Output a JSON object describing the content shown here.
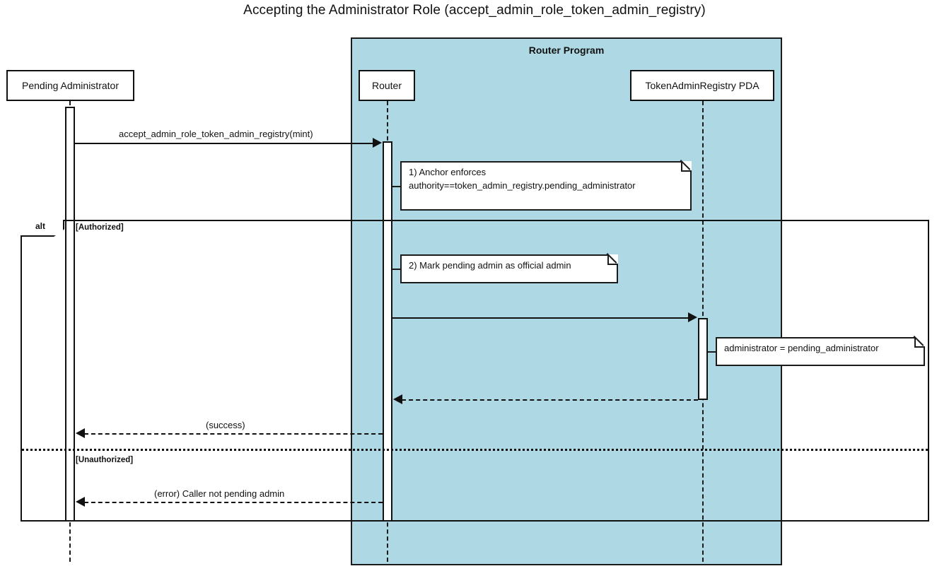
{
  "title": "Accepting the Administrator Role (accept_admin_role_token_admin_registry)",
  "colors": {
    "group_background": "#aed9e4",
    "stroke": "#111111",
    "note_background": "#ffffff"
  },
  "group": {
    "label": "Router Program"
  },
  "participants": [
    {
      "id": "pending-administrator",
      "label": "Pending Administrator",
      "inside_group": false
    },
    {
      "id": "router",
      "label": "Router",
      "inside_group": true
    },
    {
      "id": "token-admin-registry-pda",
      "label": "TokenAdminRegistry PDA",
      "inside_group": true
    }
  ],
  "messages": [
    {
      "id": "m1",
      "label": "accept_admin_role_token_admin_registry(mint)",
      "from": "pending-administrator",
      "to": "router",
      "style": "solid",
      "direction": "right"
    },
    {
      "id": "m2",
      "label": "",
      "from": "router",
      "to": "token-admin-registry-pda",
      "style": "solid",
      "direction": "right"
    },
    {
      "id": "m3",
      "label": "",
      "from": "token-admin-registry-pda",
      "to": "router",
      "style": "dashed",
      "direction": "left"
    },
    {
      "id": "m4",
      "label": "(success)",
      "from": "router",
      "to": "pending-administrator",
      "style": "dashed",
      "direction": "left"
    },
    {
      "id": "m5",
      "label": "(error) Caller not pending admin",
      "from": "router",
      "to": "pending-administrator",
      "style": "dashed",
      "direction": "left"
    }
  ],
  "notes": [
    {
      "id": "note-1",
      "text": "1) Anchor enforces\nauthority==token_admin_registry.pending_administrator",
      "anchor": "router"
    },
    {
      "id": "note-2",
      "text": "2) Mark pending admin as official admin",
      "anchor": "router"
    },
    {
      "id": "note-3",
      "text": "administrator = pending_administrator",
      "anchor": "token-admin-registry-pda"
    }
  ],
  "fragment": {
    "kind": "alt",
    "operands": [
      {
        "guard": "[Authorized]"
      },
      {
        "guard": "[Unauthorized]"
      }
    ]
  }
}
